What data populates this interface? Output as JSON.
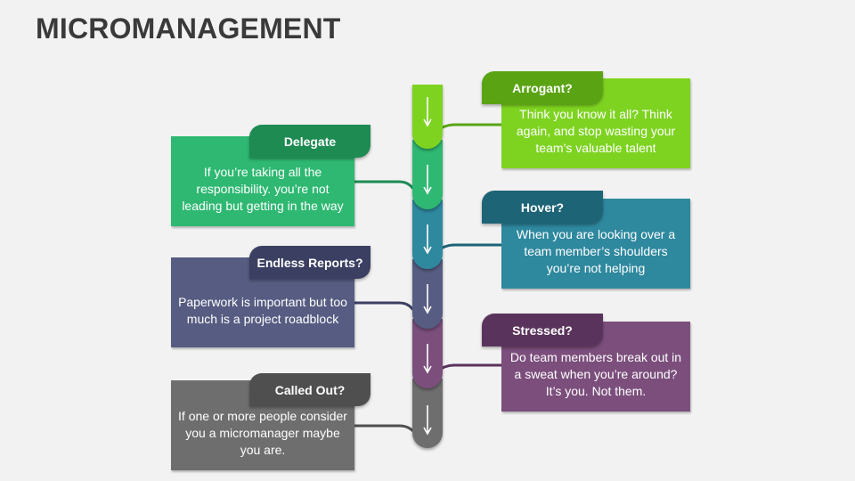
{
  "title": "MICROMANAGEMENT",
  "colors": {
    "green_light": "#7ed321",
    "green_light_dark": "#5aa414",
    "green": "#2eb872",
    "green_dark": "#1e8b53",
    "teal": "#2e889e",
    "teal_dark": "#1e6477",
    "slate": "#575c82",
    "slate_dark": "#3b3f62",
    "purple": "#7b4e7c",
    "purple_dark": "#5a335c",
    "gray": "#6e6e6e",
    "gray_dark": "#4f4f4f"
  },
  "items": [
    {
      "id": "arrogant",
      "label": "Arrogant?",
      "text": "Think you know it all? Think again, and stop wasting your team’s valuable talent",
      "side": "right"
    },
    {
      "id": "delegate",
      "label": "Delegate",
      "text": "If you’re taking all the responsibility. you’re not leading but getting in the way",
      "side": "left"
    },
    {
      "id": "hover",
      "label": "Hover?",
      "text": "When you are looking over a team member’s shoulders you’re not helping",
      "side": "right"
    },
    {
      "id": "endless-reports",
      "label": "Endless Reports?",
      "text": "Paperwork is important but too much is a project roadblock",
      "side": "left"
    },
    {
      "id": "stressed",
      "label": "Stressed?",
      "text": "Do team members break out in a sweat when you’re around? It’s you. Not them.",
      "side": "right"
    },
    {
      "id": "called-out",
      "label": "Called Out?",
      "text": "If one or more people consider you a micromanager maybe you are.",
      "side": "left"
    }
  ]
}
